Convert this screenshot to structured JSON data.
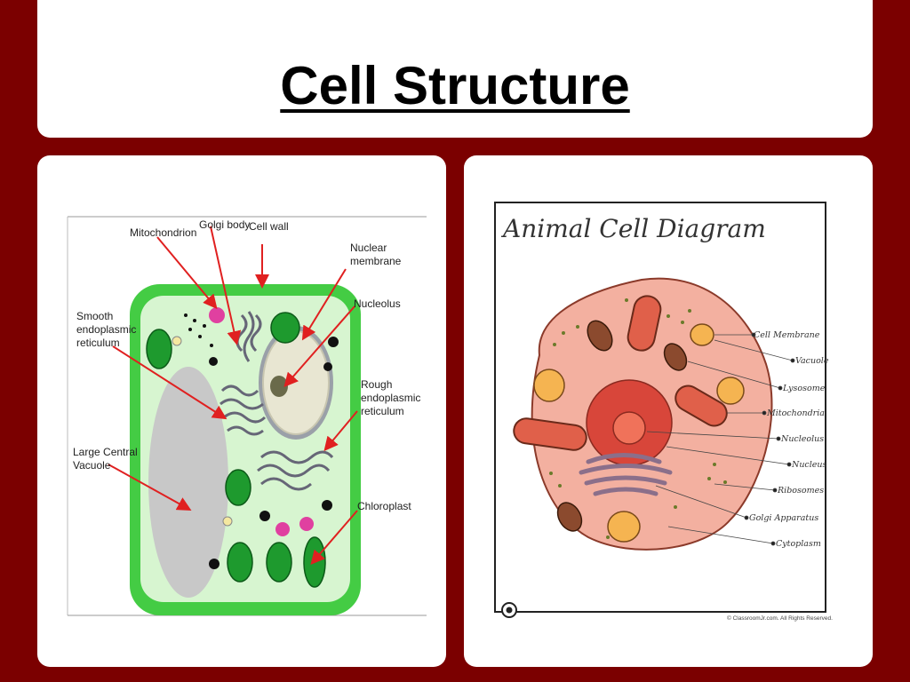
{
  "title": "Cell Structure",
  "plant_cell": {
    "labels": {
      "mitochondrion": "Mitochondrion",
      "golgi": "Golgi body",
      "cell_wall": "Cell wall",
      "nuclear_membrane_1": "Nuclear",
      "nuclear_membrane_2": "membrane",
      "nucleolus": "Nucleolus",
      "smooth_er_1": "Smooth",
      "smooth_er_2": "endoplasmic",
      "smooth_er_3": "reticulum",
      "rough_er_1": "Rough",
      "rough_er_2": "endoplasmic",
      "rough_er_3": "reticulum",
      "vacuole_1": "Large Central",
      "vacuole_2": "Vacuole",
      "chloroplast": "Chloroplast"
    },
    "colors": {
      "wall": "#44cc44",
      "cytoplasm": "#d7f5d0",
      "vacuole": "#c8c8c8",
      "chloroplast": "#1e9a2e",
      "arrow": "#e02020"
    }
  },
  "animal_cell": {
    "title": "Animal Cell Diagram",
    "labels": [
      "Cell Membrane",
      "Vacuole",
      "Lysosome",
      "Mitochondria",
      "Nucleolus",
      "Nucleus",
      "Ribosomes",
      "Golgi Apparatus",
      "Cytoplasm"
    ],
    "copyright": "© ClassroomJr.com. All Rights Reserved.",
    "colors": {
      "cytoplasm": "#f3b0a0",
      "nucleus": "#d8463a",
      "nucleolus": "#f0725a",
      "vacuole": "#f5b451",
      "lysosome": "#8b4a2e",
      "golgi": "#8b6f8a"
    }
  }
}
